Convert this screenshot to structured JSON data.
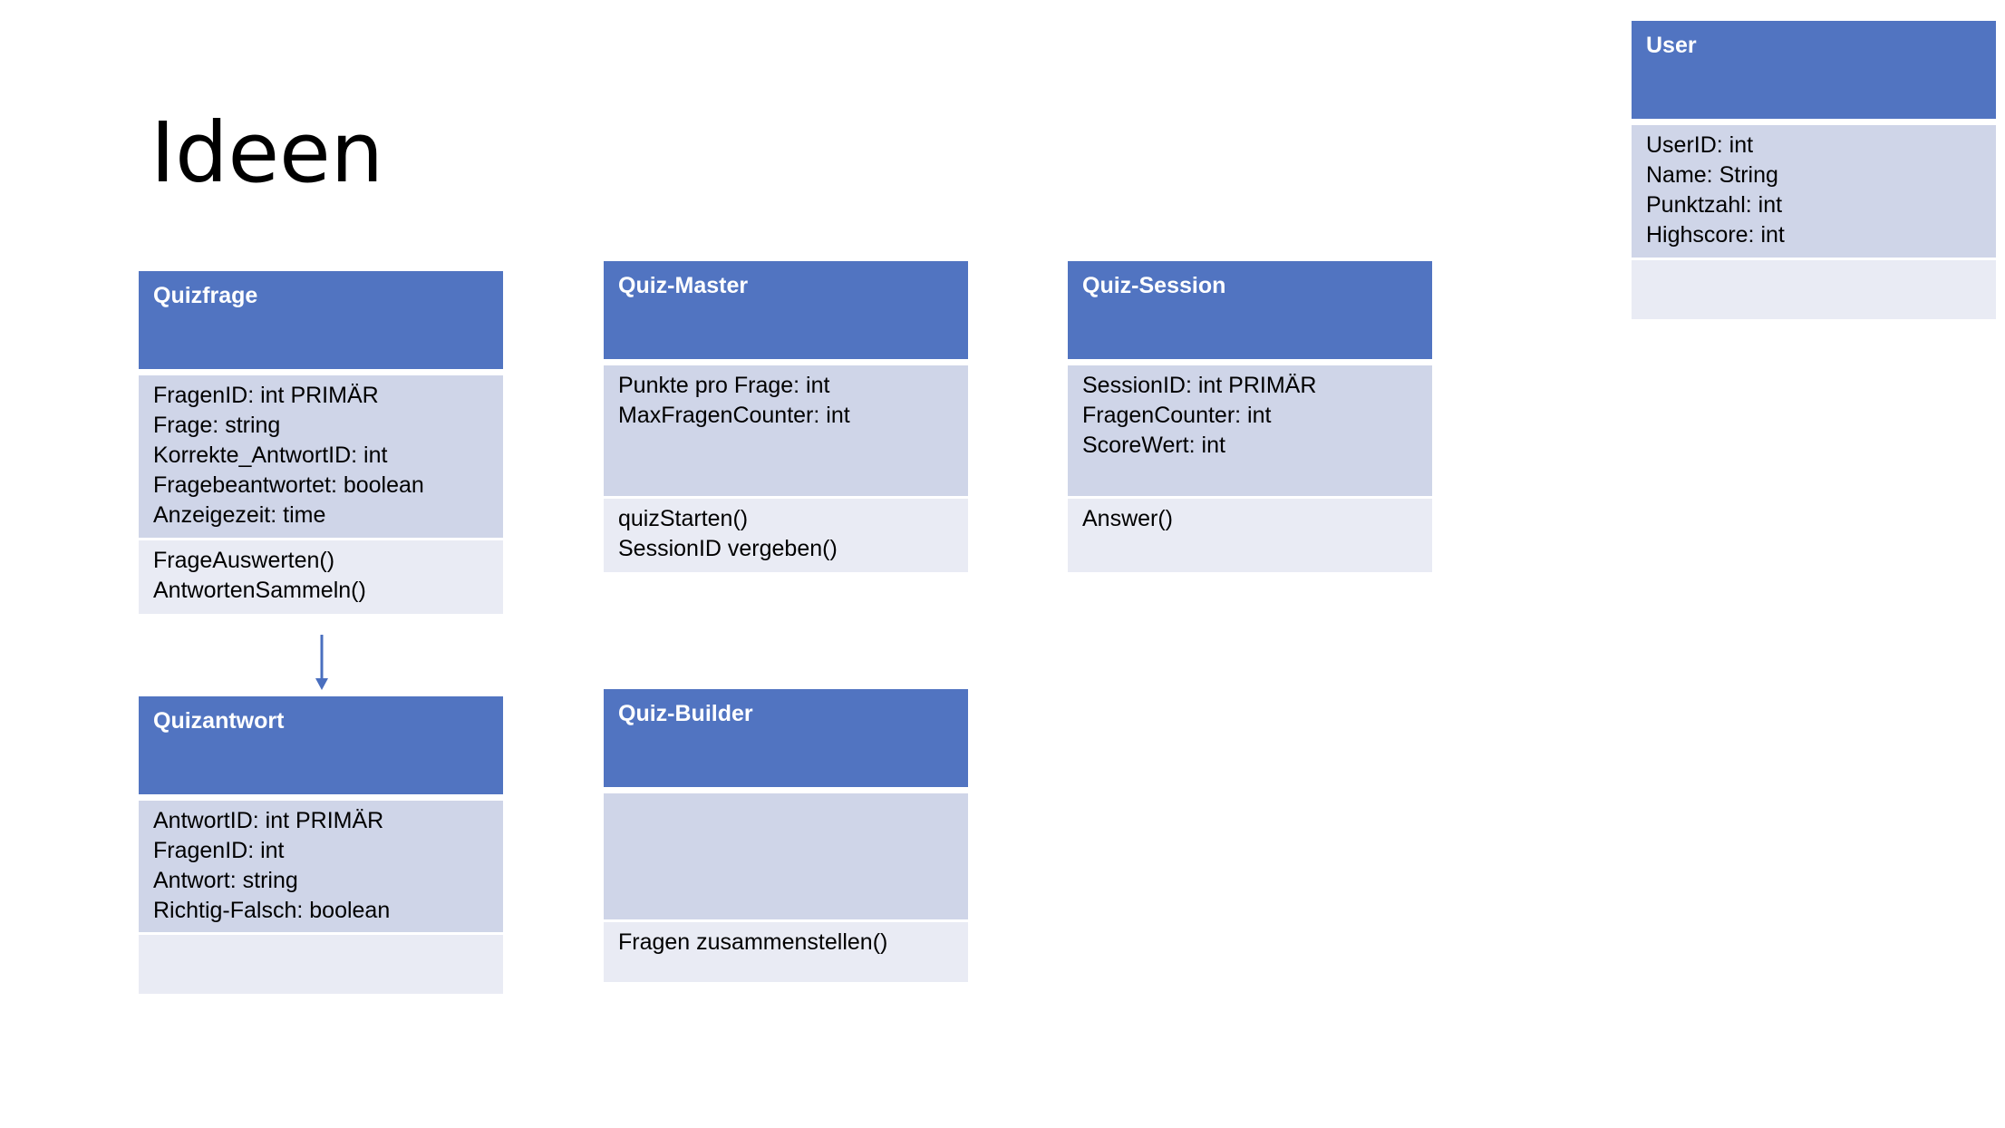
{
  "title": "Ideen",
  "classes": {
    "quizfrage": {
      "name": "Quizfrage",
      "attributes": [
        "FragenID: int PRIMÄR",
        "Frage: string",
        "Korrekte_AntwortID: int",
        "Fragebeantwortet: boolean",
        "Anzeigezeit: time"
      ],
      "methods": [
        "FrageAuswerten()",
        "AntwortenSammeln()"
      ]
    },
    "quizantwort": {
      "name": "Quizantwort",
      "attributes": [
        "AntwortID: int PRIMÄR",
        "FragenID: int",
        "Antwort: string",
        "Richtig-Falsch: boolean"
      ],
      "methods": []
    },
    "quiz_master": {
      "name": "Quiz-Master",
      "attributes": [
        "Punkte pro Frage: int",
        "MaxFragenCounter: int"
      ],
      "methods": [
        "quizStarten()",
        "SessionID vergeben()"
      ]
    },
    "quiz_builder": {
      "name": "Quiz-Builder",
      "attributes": [],
      "methods": [
        "Fragen zusammenstellen()"
      ]
    },
    "quiz_session": {
      "name": "Quiz-Session",
      "attributes": [
        "SessionID: int PRIMÄR",
        "FragenCounter: int",
        "ScoreWert: int"
      ],
      "methods": [
        "Answer()"
      ]
    },
    "user": {
      "name": "User",
      "attributes": [
        "UserID: int",
        "Name: String",
        "Punktzahl: int",
        "Highscore: int"
      ],
      "methods": []
    }
  },
  "colors": {
    "header": "#5174c1",
    "attributes": "#cfd5e8",
    "methods": "#e9ebf4",
    "arrow": "#4a6fbf"
  }
}
